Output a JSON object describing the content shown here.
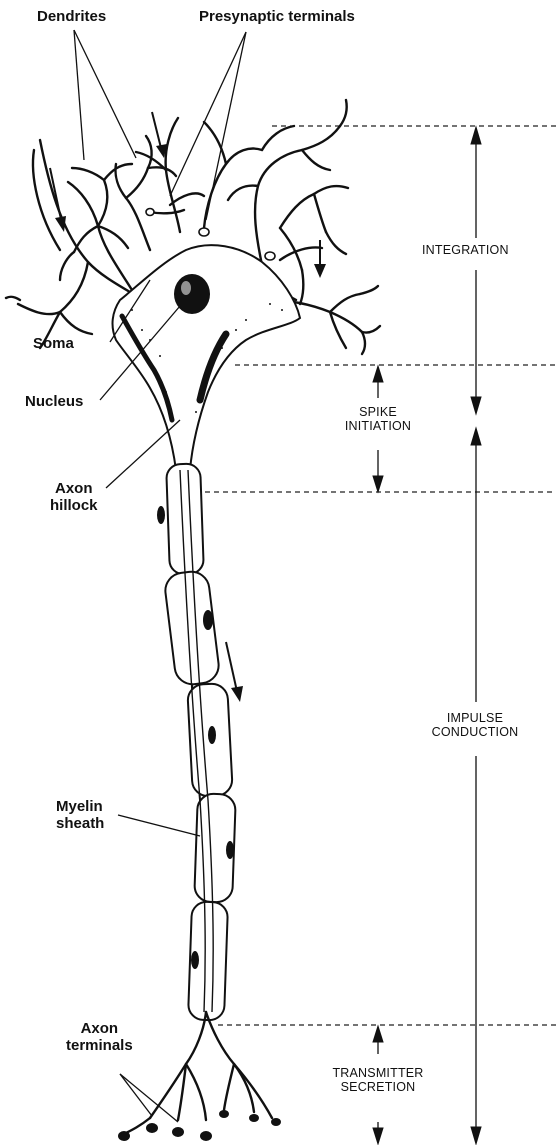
{
  "labels": {
    "dendrites": "Dendrites",
    "presynaptic": "Presynaptic terminals",
    "soma": "Soma",
    "nucleus": "Nucleus",
    "axon_hillock_1": "Axon",
    "axon_hillock_2": "hillock",
    "myelin_1": "Myelin",
    "myelin_2": "sheath",
    "axon_terminals_1": "Axon",
    "axon_terminals_2": "terminals"
  },
  "zones": {
    "integration": "INTEGRATION",
    "spike_1": "SPIKE",
    "spike_2": "INITIATION",
    "impulse_1": "IMPULSE",
    "impulse_2": "CONDUCTION",
    "transmitter_1": "TRANSMITTER",
    "transmitter_2": "SECRETION"
  }
}
